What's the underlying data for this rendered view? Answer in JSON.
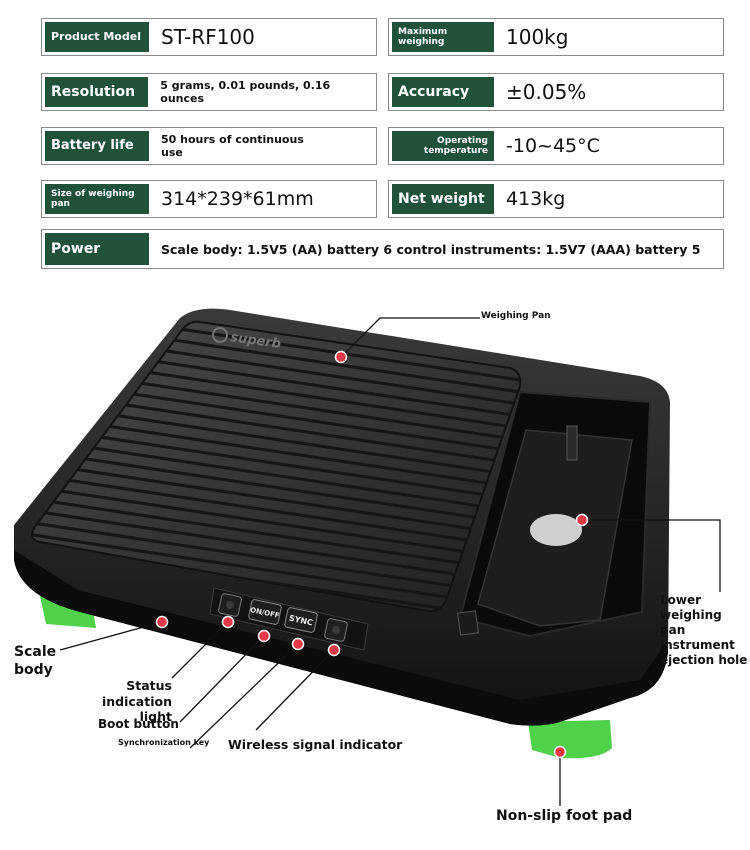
{
  "specs": {
    "product_model": {
      "label": "Product Model",
      "value": "ST-RF100"
    },
    "max_weighing": {
      "label": "Maximum weighing",
      "value": "100kg"
    },
    "resolution": {
      "label": "Resolution",
      "value": "5 grams, 0.01 pounds, 0.16 ounces"
    },
    "accuracy": {
      "label": "Accuracy",
      "value": "±0.05%"
    },
    "battery_life": {
      "label": "Battery life",
      "value": "50 hours of continuous use"
    },
    "operating_temp": {
      "label": "Operating temperature",
      "value": "-10~45°C"
    },
    "pan_size": {
      "label": "Size of weighing pan",
      "value": "314*239*61mm"
    },
    "net_weight": {
      "label": "Net weight",
      "value": "413kg"
    },
    "power": {
      "label": "Power",
      "value": "Scale body: 1.5V5 (AA) battery 6 control instruments: 1.5V7 (AAA) battery 5"
    }
  },
  "device": {
    "brand": "superb",
    "buttons": {
      "onoff": "ON/OFF",
      "sync": "SYNC"
    }
  },
  "annotations": {
    "weighing_pan": "Weighing Pan",
    "ejection_hole": "Lower weighing pan instrument ejection hole",
    "scale_body": "Scale body",
    "status_light": "Status indication light",
    "boot_button": "Boot button",
    "sync_key": "Synchronization key",
    "wireless_indicator": "Wireless signal indicator",
    "foot_pad": "Non-slip foot pad"
  },
  "colors": {
    "label_bg": "#1f5238",
    "marker": "#e63946",
    "foot": "#4fd14a"
  }
}
